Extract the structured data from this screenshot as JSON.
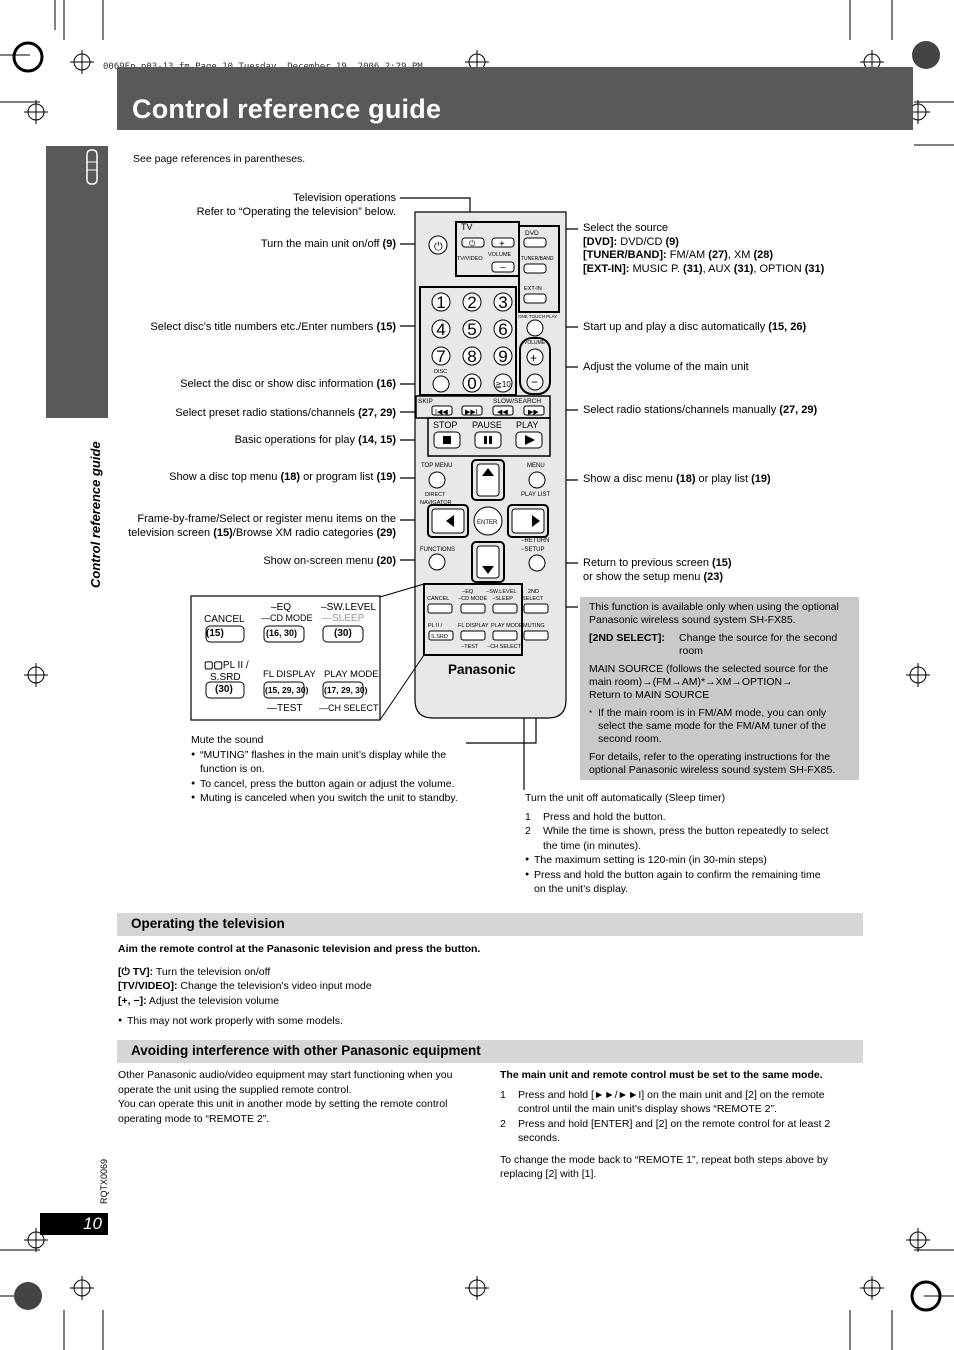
{
  "header": {
    "file_stamp": "0069En_p03-13.fm  Page 10  Tuesday, December 19, 2006  2:29 PM",
    "title": "Control reference guide",
    "side_tab": "Control reference guide"
  },
  "intro": "See page references in parentheses.",
  "callouts_left": {
    "tv_ops_1": "Television operations",
    "tv_ops_2": "Refer to “Operating the television” below.",
    "power": "Turn the main unit on/off ",
    "power_ref": "(9)",
    "numbers": "Select disc’s title numbers etc./Enter numbers ",
    "numbers_ref": "(15)",
    "disc": "Select the disc or show disc information ",
    "disc_ref": "(16)",
    "preset": "Select preset radio stations/channels ",
    "preset_ref": "(27, 29)",
    "basic": "Basic operations for play ",
    "basic_ref": "(14, 15)",
    "topmenu": "Show a disc top menu ",
    "topmenu_ref1": "(18)",
    "topmenu_mid": " or program list ",
    "topmenu_ref2": "(19)",
    "frame_1": "Frame-by-frame/Select or register menu items on the",
    "frame_2a": "television screen ",
    "frame_2b": "(15)",
    "frame_2c": "/Browse XM radio categories ",
    "frame_2d": "(29)",
    "onscreen": "Show on-screen menu ",
    "onscreen_ref": "(20)"
  },
  "callouts_right": {
    "source_title": "Select the source",
    "src_dvd_k": "[DVD]:",
    "src_dvd_v": " DVD/CD ",
    "src_dvd_r": "(9)",
    "src_tuner_k": "[TUNER/BAND]:",
    "src_tuner_v": "  FM/AM ",
    "src_tuner_r1": "(27)",
    "src_tuner_m": ", XM ",
    "src_tuner_r2": "(28)",
    "src_ext_k": "[EXT-IN]:",
    "src_ext_v": " MUSIC P. ",
    "src_ext_r1": "(31)",
    "src_ext_m": ", AUX ",
    "src_ext_r2": "(31)",
    "src_ext_m2": ",  OPTION ",
    "src_ext_r3": "(31)",
    "onetouch": "Start up and play a disc automatically ",
    "onetouch_ref": "(15, 26)",
    "volume": "Adjust the volume of the main unit",
    "manual": "Select radio stations/channels manually ",
    "manual_ref": "(27, 29)",
    "menu": "Show a disc menu ",
    "menu_ref1": "(18)",
    "menu_mid": " or play list ",
    "menu_ref2": "(19)",
    "return_1a": "Return to previous screen ",
    "return_1b": "(15)",
    "return_2a": "or show the setup menu ",
    "return_2b": "(23)"
  },
  "remote": {
    "tv": "TV",
    "tv_video": "TV/VIDEO",
    "volume_small": "VOLUME",
    "dvd": "DVD",
    "tuner_band": "TUNER/BAND",
    "ext_in": "EXT-IN",
    "one_touch": "ONE TOUCH PLAY",
    "volume": "VOLUME",
    "digits": [
      "1",
      "2",
      "3",
      "4",
      "5",
      "6",
      "7",
      "8",
      "9",
      "0",
      "≧10"
    ],
    "disc": "DISC",
    "skip": "SKIP",
    "slow_search": "SLOW/SEARCH",
    "stop": "STOP",
    "pause": "PAUSE",
    "play": "PLAY",
    "top_menu": "TOP MENU",
    "menu": "MENU",
    "direct_nav_1": "DIRECT",
    "direct_nav_2": "NAVIGATOR",
    "play_list": "PLAY LIST",
    "enter": "ENTER",
    "functions": "FUNCTIONS",
    "return": "RETURN",
    "setup": "SETUP",
    "cancel": "CANCEL",
    "eq": "EQ",
    "cd_mode": "CD MODE",
    "sw_level": "SW.LEVEL",
    "sleep": "SLEEP",
    "second": "2ND",
    "select": "SELECT",
    "pl2": "PL II",
    "ssrd": "S.SRD",
    "fl_display": "FL DISPLAY",
    "test": "TEST",
    "play_mode": "PLAY MODE",
    "ch_select": "CH SELECT",
    "muting": "MUTING",
    "brand": "Panasonic"
  },
  "zoom_box": {
    "cancel": "CANCEL",
    "cancel_ref": "(15)",
    "eq": "EQ",
    "cd_mode": "CD MODE",
    "eq_ref": "(16, 30)",
    "sw_level": "SW.LEVEL",
    "sleep": "SLEEP",
    "sw_ref": "(30)",
    "pl2": "PL II /",
    "ssrd": "S.SRD",
    "pl_ref": "(30)",
    "fl_display": "FL DISPLAY",
    "fl_ref": "(15, 29, 30)",
    "test": "TEST",
    "play_mode": "PLAY MODE",
    "pm_ref": "(17, 29, 30)",
    "ch_select": "CH SELECT"
  },
  "mute": {
    "title": "Mute the sound",
    "b1a": "“MUTING” flashes in the main unit’s display while the",
    "b1b": "function is on.",
    "b2": "To cancel, press the button again or adjust the volume.",
    "b3": "Muting is canceled when you switch the unit to standby."
  },
  "second_select": {
    "p1": "This function is available only when using the optional Panasonic wireless sound system SH-FX85.",
    "key": "[2ND SELECT]:",
    "key_desc": "Change the source for the second room",
    "main_src": "MAIN SOURCE (follows the selected source for the main room)→(FM→AM)*→XM→OPTION→",
    "main_src2": "Return to MAIN SOURCE",
    "note": "If the main room is in FM/AM mode, you can only select the same mode for the FM/AM tuner of the second room.",
    "details": "For details, refer to the operating instructions for the optional Panasonic wireless sound system SH-FX85."
  },
  "sleep": {
    "title": "Turn the unit off automatically (Sleep timer)",
    "s1": "Press and hold the button.",
    "s2a": "While the time is shown, press the button repeatedly to select",
    "s2b": "the time (in minutes).",
    "b1": "The maximum setting is 120-min (in 30-min steps)",
    "b2a": "Press and hold the button again to confirm the remaining time",
    "b2b": "on the unit’s display."
  },
  "operating_tv": {
    "heading": "Operating the television",
    "aim": "Aim the remote control at the Panasonic television and press the button.",
    "l1k": "[⏻ TV]:",
    "l1v": " Turn the television on/off",
    "l2k": "[TV/VIDEO]:",
    "l2v": " Change the television’s video input mode",
    "l3k": "[+, −]:",
    "l3v": " Adjust the television volume",
    "note": "This may not work properly with some models."
  },
  "interference": {
    "heading": "Avoiding interference with other Panasonic equipment",
    "left1": "Other Panasonic audio/video equipment may start functioning when you",
    "left2": "operate the unit using the supplied remote control.",
    "left3": "You can operate this unit in another mode by setting the remote control",
    "left4": "operating mode to “REMOTE 2”.",
    "r_title": "The main unit and remote control must be set to the same mode.",
    "r1a": "Press and hold [►►/►►I] on the main unit and [2] on the remote",
    "r1b": "control until the main unit’s display shows “REMOTE 2”.",
    "r2a": "Press and hold [ENTER] and [2] on the remote control for at least 2",
    "r2b": "seconds.",
    "r3a": "To change the mode back to “REMOTE 1”, repeat both steps above by",
    "r3b": "replacing [2] with [1]."
  },
  "footer": {
    "code": "RQTX0069",
    "page": "10"
  }
}
